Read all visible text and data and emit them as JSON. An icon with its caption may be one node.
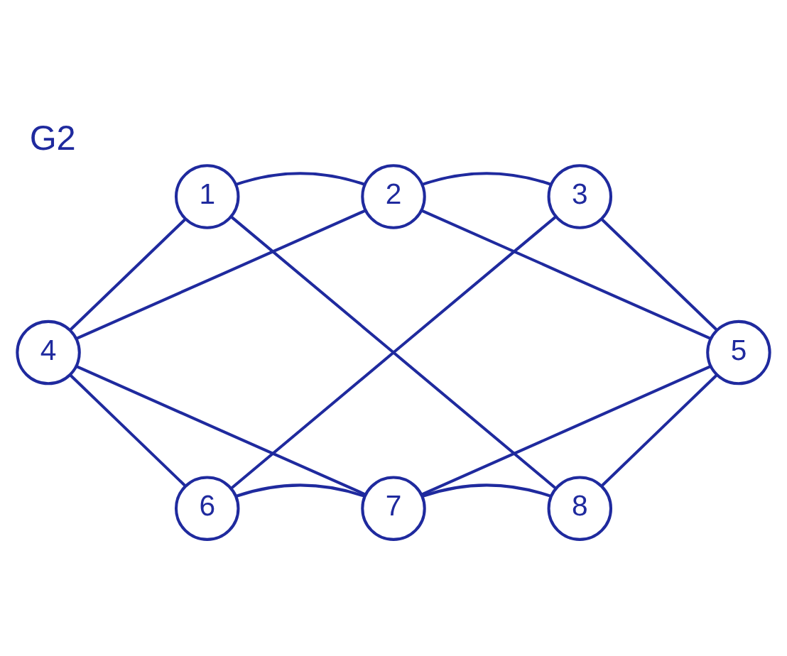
{
  "diagram": {
    "title": "G2",
    "nodes": [
      {
        "text": [
          "1"
        ]
      },
      {
        "text": [
          "2"
        ]
      },
      {
        "text": [
          "3"
        ]
      },
      {
        "text": [
          "4"
        ]
      },
      {
        "text": [
          "5"
        ]
      },
      {
        "text": [
          "6"
        ]
      },
      {
        "text": [
          "7"
        ]
      },
      {
        "text": [
          "8"
        ]
      }
    ],
    "edges": [
      {
        "from": 0,
        "to": 1,
        "arrow": "none"
      },
      {
        "from": 1,
        "to": 2,
        "arrow": "none"
      },
      {
        "from": 0,
        "to": 3,
        "arrow": "none"
      },
      {
        "from": 0,
        "to": 7,
        "arrow": "none"
      },
      {
        "from": 1,
        "to": 3,
        "arrow": "none"
      },
      {
        "from": 1,
        "to": 4,
        "arrow": "none"
      },
      {
        "from": 2,
        "to": 4,
        "arrow": "none"
      },
      {
        "from": 2,
        "to": 5,
        "arrow": "none"
      },
      {
        "from": 3,
        "to": 5,
        "arrow": "none"
      },
      {
        "from": 3,
        "to": 6,
        "arrow": "none"
      },
      {
        "from": 4,
        "to": 6,
        "arrow": "none"
      },
      {
        "from": 4,
        "to": 7,
        "arrow": "none"
      },
      {
        "from": 5,
        "to": 6,
        "arrow": "none"
      },
      {
        "from": 6,
        "to": 7,
        "arrow": "none"
      }
    ]
  }
}
